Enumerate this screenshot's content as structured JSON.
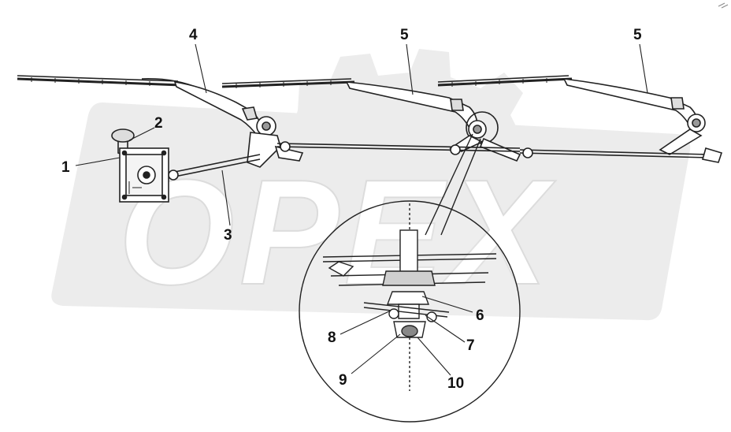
{
  "watermark": {
    "text": "OPEX",
    "color": "#e6e6e6"
  },
  "callouts": [
    {
      "id": "1",
      "label": "1"
    },
    {
      "id": "2",
      "label": "2"
    },
    {
      "id": "3",
      "label": "3"
    },
    {
      "id": "4",
      "label": "4"
    },
    {
      "id": "5a",
      "label": "5"
    },
    {
      "id": "5b",
      "label": "5"
    },
    {
      "id": "6",
      "label": "6"
    },
    {
      "id": "7",
      "label": "7"
    },
    {
      "id": "8",
      "label": "8"
    },
    {
      "id": "9",
      "label": "9"
    },
    {
      "id": "10",
      "label": "10"
    }
  ],
  "colors": {
    "line": "#222222",
    "fill": "#ffffff",
    "shade": "#bdbdbd"
  }
}
